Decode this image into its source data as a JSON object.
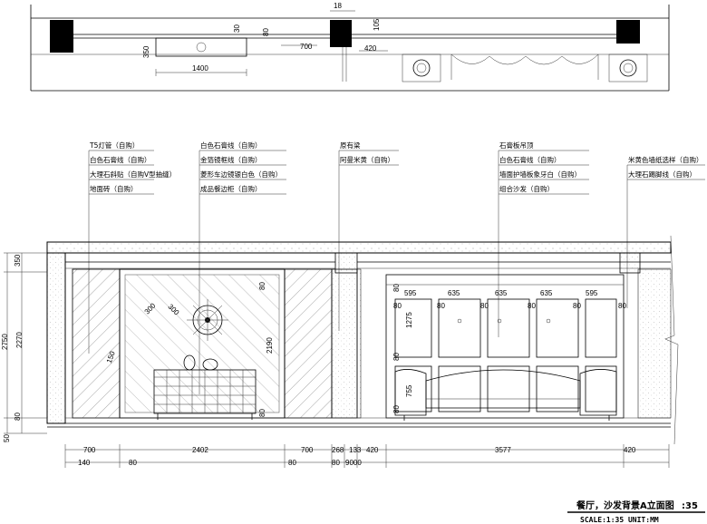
{
  "plan": {
    "dims": [
      "18",
      "30",
      "80",
      "700",
      "420",
      "105",
      "350",
      "1400"
    ]
  },
  "notes": {
    "group1": [
      "T5灯管（自购）",
      "白色石膏线（自购）",
      "大理石斜贴（自购V型抽缝）",
      "地面砖（自购）"
    ],
    "group2": [
      "白色石膏线（自购）",
      "金箔镜框线（自购）",
      "菱形车边镜银白色（自购）",
      "成品餐边柜（自购）"
    ],
    "group3": [
      "原有梁",
      "阿曼米黄（自购）"
    ],
    "group4": [
      "石膏板吊顶",
      "白色石膏线（自购）",
      "墙面护墙板象牙白（自购）",
      "组合沙发（自购）"
    ],
    "group5": [
      "米黄色墙纸选样（自购）",
      "大理石踢脚线（自购）"
    ]
  },
  "elevation": {
    "left_dims": [
      "350",
      "2750",
      "2270",
      "80",
      "50"
    ],
    "mirror_dims": [
      "300",
      "300",
      "150",
      "80",
      "2190",
      "80"
    ],
    "panel_widths": [
      "595",
      "635",
      "635",
      "635",
      "595"
    ],
    "panel_gaps": [
      "80",
      "80",
      "80",
      "80",
      "80",
      "80"
    ],
    "panel_heights": [
      "80",
      "1275",
      "80",
      "755",
      "80"
    ],
    "bottom_row1": [
      "700",
      "2402",
      "700",
      "268",
      "133",
      "420",
      "3577",
      "420"
    ],
    "bottom_row2": [
      "140",
      "80",
      "80",
      "80",
      "9000"
    ]
  },
  "title": {
    "main": "餐厅，沙发背景A立面图",
    "number": ":35",
    "scale": "SCALE:1:35 UNIT:MM"
  }
}
